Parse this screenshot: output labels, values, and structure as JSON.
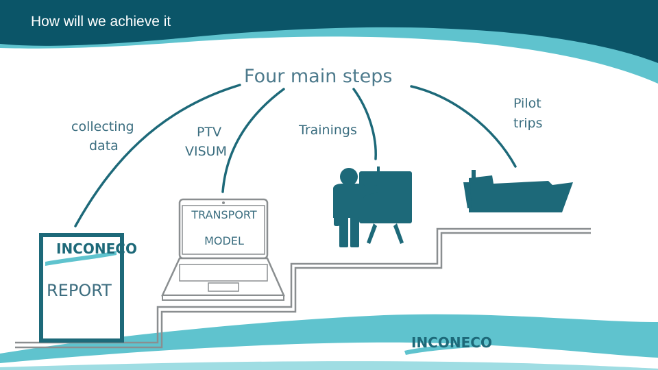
{
  "header": {
    "title": "How will we achieve it"
  },
  "diagram": {
    "central_label": "Four main steps",
    "steps": [
      {
        "label_line1": "collecting",
        "label_line2": "data"
      },
      {
        "label_line1": "PTV",
        "label_line2": "VISUM"
      },
      {
        "label_line1": "Trainings",
        "label_line2": ""
      },
      {
        "label_line1": "Pilot",
        "label_line2": "trips"
      }
    ],
    "laptop_screen": {
      "line1": "TRANSPORT",
      "line2": "MODEL"
    },
    "report_label": "REPORT"
  },
  "logos": [
    {
      "icon": "inconeco-logo-icon",
      "location": "report-cover"
    },
    {
      "icon": "inconeco-logo-icon",
      "location": "footer"
    }
  ],
  "colors": {
    "header_band": "#0b5568",
    "accent_band": "#5fc3ce",
    "label_text": "#3a6d7f",
    "icon_fill": "#1d6979",
    "stair_outline": "#8a8e90"
  }
}
